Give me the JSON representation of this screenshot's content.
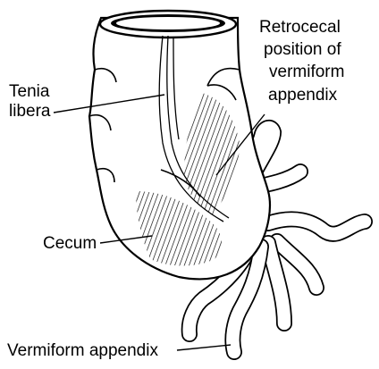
{
  "labels": {
    "retrocecal_line1": "Retrocecal",
    "retrocecal_line2": "position of",
    "retrocecal_line3": "vermiform",
    "retrocecal_line4": "appendix",
    "tenia_line1": "Tenia",
    "tenia_line2": "libera",
    "cecum": "Cecum",
    "vermiform_appendix": "Vermiform appendix"
  },
  "colors": {
    "ink": "#000000",
    "background": "#ffffff"
  }
}
